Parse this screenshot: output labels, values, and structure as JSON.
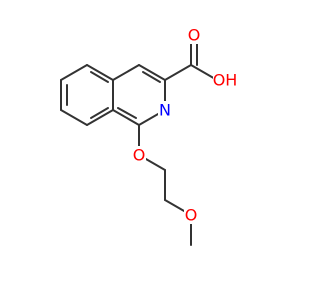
{
  "molecule": {
    "atom_labels": {
      "ring_nitrogen": "N",
      "ether_oxygen": "O",
      "methoxy_oxygen": "O",
      "carbonyl_oxygen": "O",
      "hydroxyl": "OH"
    },
    "colors": {
      "bond": "#333333",
      "nitrogen": "#0000ff",
      "oxygen": "#ff0000"
    }
  }
}
